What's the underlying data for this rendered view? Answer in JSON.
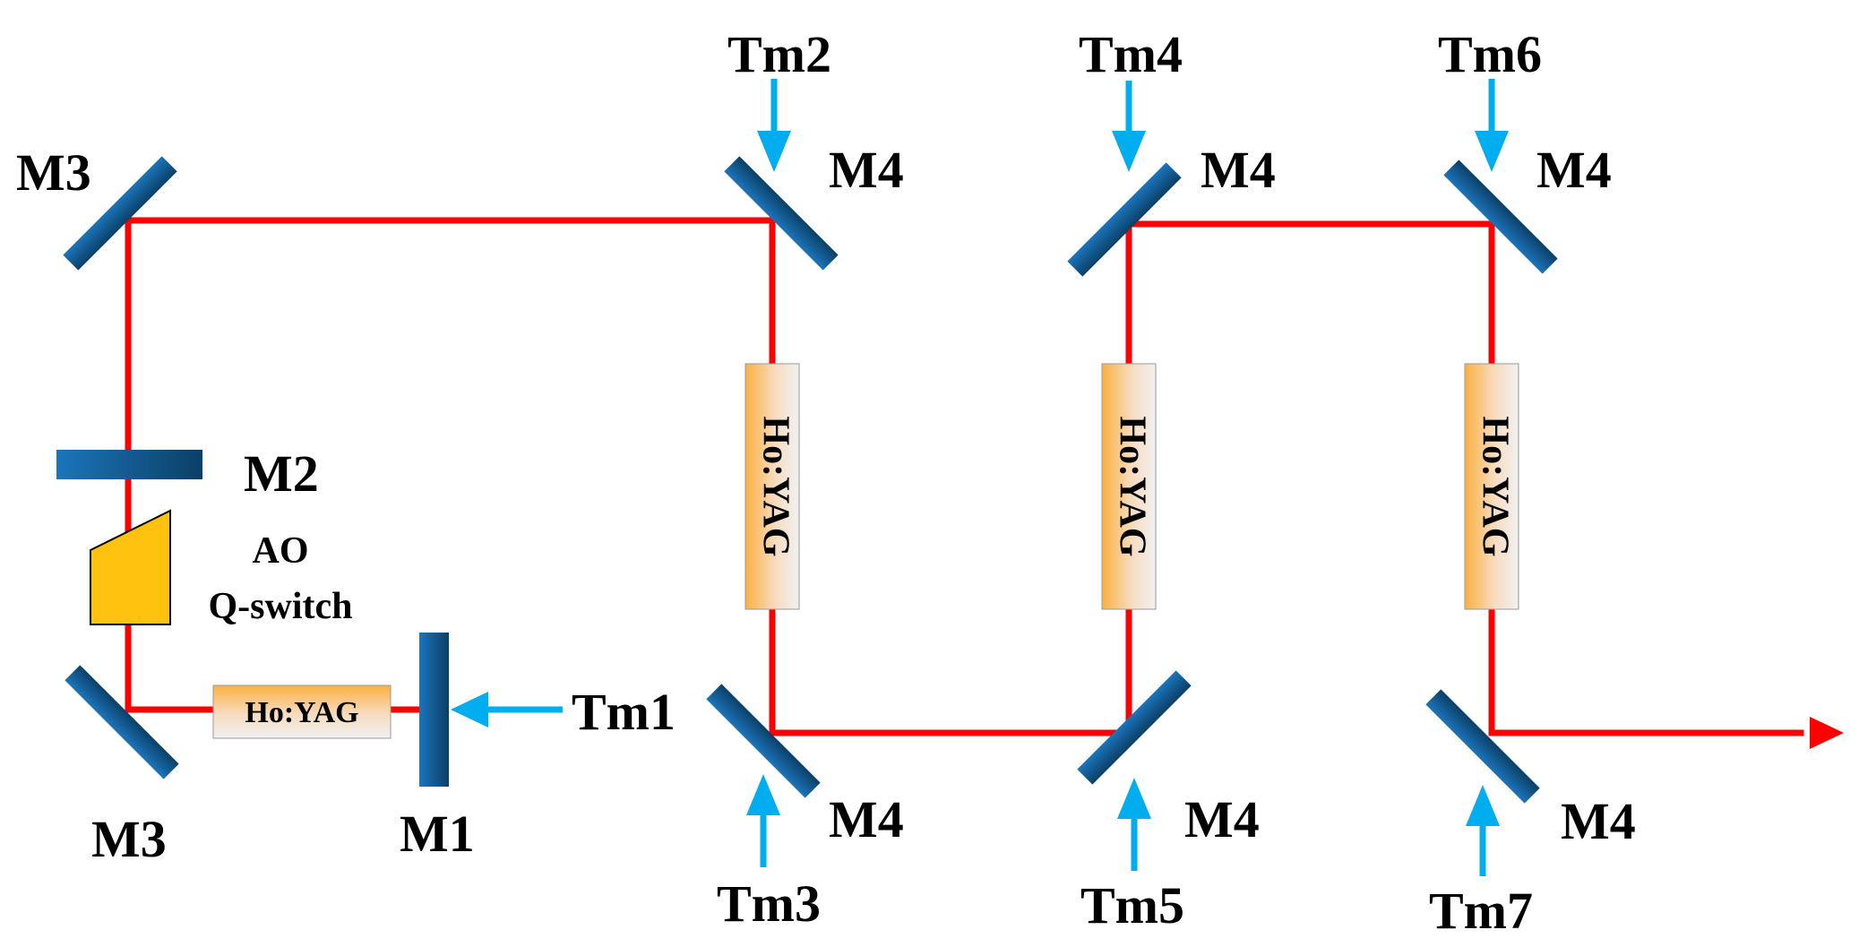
{
  "colors": {
    "beam": "#ff0000",
    "pump": "#00aeef",
    "mirror_light": "#1b75bb",
    "mirror_dark": "#0b3f66",
    "crystal_orange": "#fbb040",
    "crystal_light": "#f1f1f1",
    "modulator": "#ffc20e"
  },
  "labels": {
    "m3_top": "M3",
    "m3_bottom": "M3",
    "m2": "M2",
    "m1": "M1",
    "aoqs_line1": "AO",
    "aoqs_line2": "Q-switch",
    "seed_crystal": "Ho:YAG",
    "amp1_crystal": "Ho:YAG",
    "amp2_crystal": "Ho:YAG",
    "amp3_crystal": "Ho:YAG",
    "m4_amp1_top": "M4",
    "m4_amp1_bottom": "M4",
    "m4_amp2_top": "M4",
    "m4_amp2_bottom": "M4",
    "m4_amp3_top": "M4",
    "m4_amp3_bottom": "M4",
    "tm1": "Tm1",
    "tm2": "Tm2",
    "tm3": "Tm3",
    "tm4": "Tm4",
    "tm5": "Tm5",
    "tm6": "Tm6",
    "tm7": "Tm7"
  }
}
